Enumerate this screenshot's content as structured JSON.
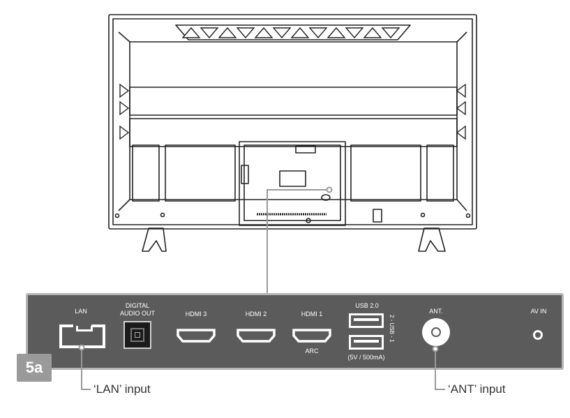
{
  "connector_panel": {
    "lan": "LAN",
    "digital_audio_out": [
      "DIGITAL",
      "AUDIO OUT"
    ],
    "hdmi3": "HDMI 3",
    "hdmi2": "HDMI 2",
    "hdmi1": "HDMI 1",
    "arc": "ARC",
    "usb": "USB 2.0",
    "usb_side": "2 - USB - 1",
    "usb_power": "(5V / 500mA)",
    "ant": "ANT.",
    "av_in": "AV IN"
  },
  "badge": "5a",
  "callouts": {
    "lan": "‘LAN’ input",
    "ant": "‘ANT’ input"
  },
  "colors": {
    "panel": "#5b5b5b",
    "panel_border": "#b4b4b4",
    "badge": "#9a9a9a",
    "line_art": "#222222"
  }
}
